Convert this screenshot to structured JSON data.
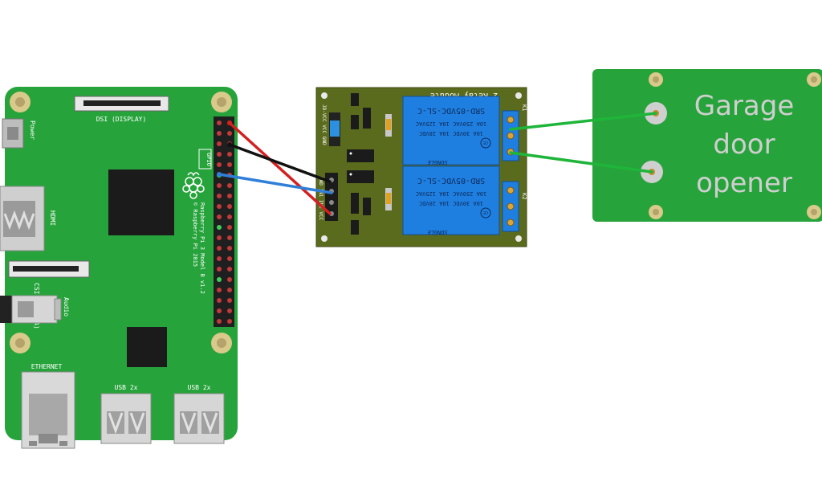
{
  "raspberry_pi": {
    "dsi_label": "DSI (DISPLAY)",
    "power_label": "Power",
    "hdmi_label": "HDMI",
    "gpio_label": "GPIO",
    "model_text": "Raspberry Pi 3 Model B v1.2",
    "copyright_text": "© Raspberry Pi 2015",
    "csi_label": "CSI (CAMERA)",
    "audio_label": "Audio",
    "ethernet_label": "ETHERNET",
    "usb_left_label": "USB 2x",
    "usb_right_label": "USB 2x"
  },
  "relay_module": {
    "title": "2 Relay Module",
    "relay_part": "SRD-05VDC-SL-C",
    "rating_1": "10A 250VAC  10A 125VAC",
    "rating_2": "10A  30VDC  10A  28VDC",
    "brand": "SONGLE",
    "ce_mark": "CE",
    "header_pins": "JD-VCC VCC GND",
    "input_pins": "GND IN1 IN2 VCC",
    "k1": "K1",
    "k2": "K2"
  },
  "garage_door": {
    "line1": "Garage",
    "line2": "door",
    "line3": "opener"
  },
  "colors": {
    "pcb_green": "#27a33b",
    "relay_board": "#5b6b1e",
    "relay_blue": "#1f7fe0",
    "wire_red": "#d42020",
    "wire_black": "#111111",
    "wire_blue": "#2f7fd8",
    "wire_green": "#1fb53a"
  }
}
